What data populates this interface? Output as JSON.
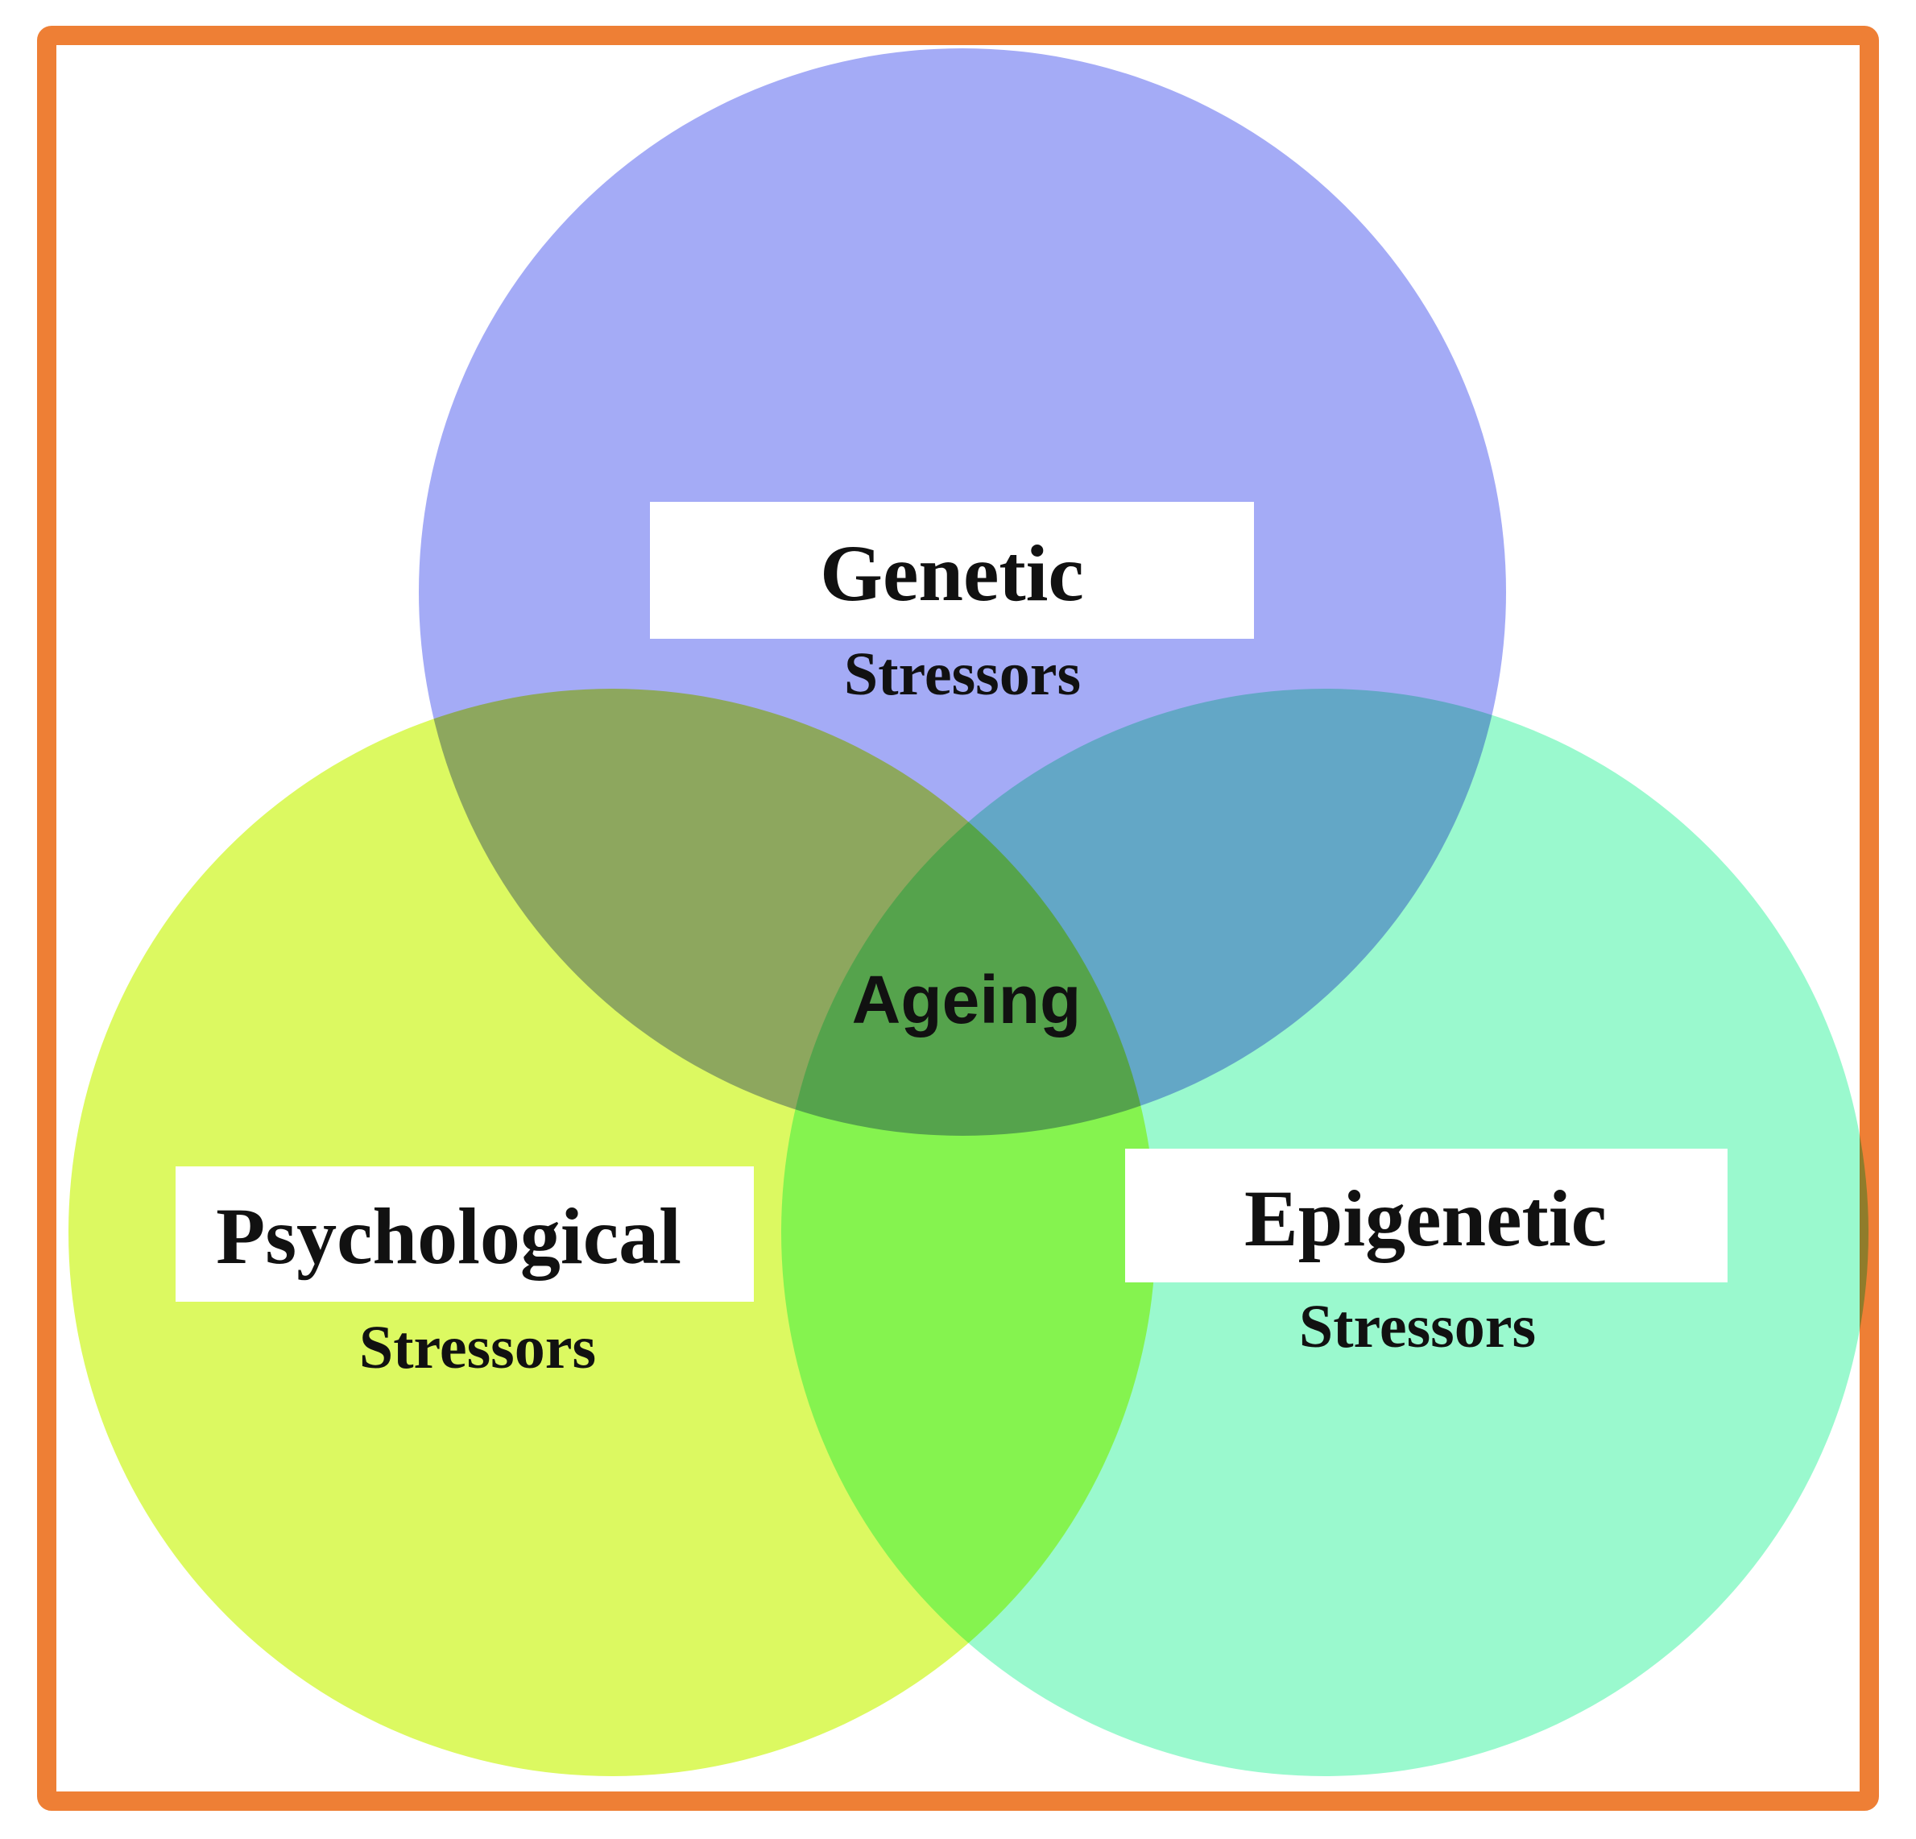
{
  "diagram": {
    "frame_color": "#EE7F35",
    "center_label": "Ageing",
    "sets": [
      {
        "title": "Genetic",
        "subtitle": "Stressors",
        "color": "#A4ABF6"
      },
      {
        "title": "Psychological",
        "subtitle": "Stressors",
        "color": "#DCF961"
      },
      {
        "title": "Epigenetic",
        "subtitle": "Stressors",
        "color": "#9AF9CE"
      }
    ]
  }
}
